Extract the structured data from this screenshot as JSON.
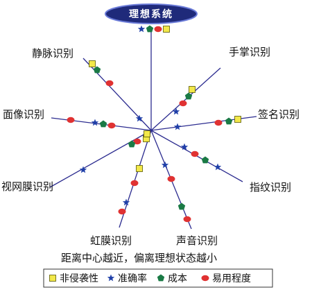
{
  "title": "理想系统",
  "caption": "距离中心越近，偏离理想状态越小",
  "colors": {
    "spoke": "#2b2b8f",
    "title_bg": "#1f2a7a",
    "non_invasive": "#f2e84a",
    "accuracy": "#1f3fa8",
    "cost": "#1a7a45",
    "ease": "#e03232"
  },
  "legend": [
    {
      "key": "non_invasive",
      "label": "非侵袭性",
      "icon": "yellow-square-icon"
    },
    {
      "key": "accuracy",
      "label": "准确率",
      "icon": "blue-star-icon"
    },
    {
      "key": "cost",
      "label": "成本",
      "icon": "green-pentagon-icon"
    },
    {
      "key": "ease",
      "label": "易用程度",
      "icon": "red-ellipse-icon"
    }
  ],
  "axes": [
    {
      "id": "palm",
      "label": "手掌识别"
    },
    {
      "id": "signature",
      "label": "签名识别"
    },
    {
      "id": "fingerprint",
      "label": "指纹识别"
    },
    {
      "id": "voice",
      "label": "声音识别"
    },
    {
      "id": "iris",
      "label": "虹膜识别"
    },
    {
      "id": "retina",
      "label": "视网膜识别"
    },
    {
      "id": "face",
      "label": "面像识别"
    },
    {
      "id": "vein",
      "label": "静脉识别"
    }
  ],
  "ideal_markers": [
    "blue-star-icon",
    "green-pentagon-icon",
    "red-ellipse-icon",
    "yellow-square-icon"
  ]
}
